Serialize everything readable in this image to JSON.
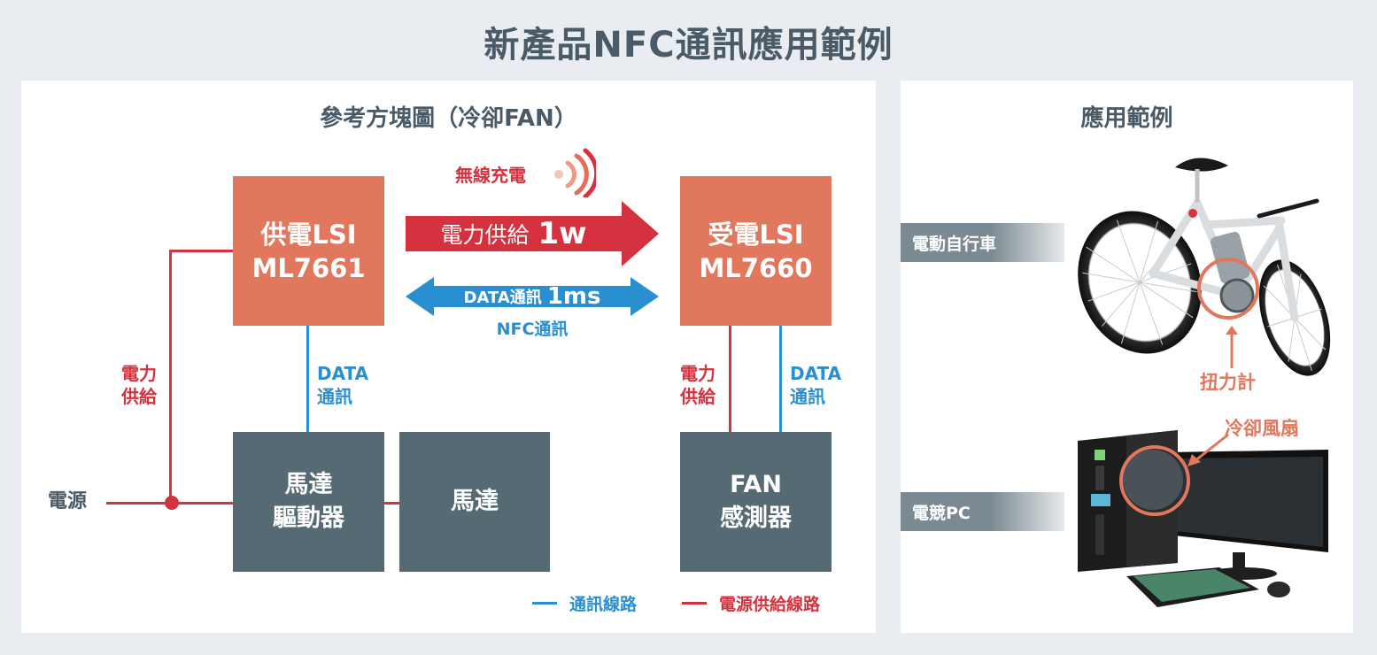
{
  "title": "新產品NFC通訊應用範例",
  "left_panel": {
    "title": "參考方塊圖（冷卻FAN）",
    "wireless_label": "無線充電",
    "power_arrow": {
      "text": "電力供給",
      "value": "1w"
    },
    "data_arrow": {
      "text": "DATA通訊",
      "value": "1ms"
    },
    "nfc_label": "NFC通訊",
    "tx_chip": {
      "line1": "供電LSI",
      "line2": "ML7661"
    },
    "rx_chip": {
      "line1": "受電LSI",
      "line2": "ML7660"
    },
    "motor_driver": {
      "line1": "馬達",
      "line2": "驅動器"
    },
    "motor": "馬達",
    "fan_sensor": {
      "line1": "FAN",
      "line2": "感測器"
    },
    "power_source": "電源",
    "label_power_left": {
      "line1": "電力",
      "line2": "供給"
    },
    "label_data_left": {
      "line1": "DATA",
      "line2": "通訊"
    },
    "label_power_right": {
      "line1": "電力",
      "line2": "供給"
    },
    "label_data_right": {
      "line1": "DATA",
      "line2": "通訊"
    },
    "legend": {
      "comm": "通訊線路",
      "power": "電源供給線路"
    }
  },
  "right_panel": {
    "title": "應用範例",
    "bike_tag": "電動自行車",
    "bike_callout": "扭力計",
    "pc_tag": "電競PC",
    "pc_callout": "冷卻風扇"
  },
  "colors": {
    "orange": "#e1775d",
    "slate": "#566a74",
    "red": "#d4323e",
    "blue": "#2a8fd0",
    "text_gray": "#4a5a66"
  },
  "icons": [
    "wireless-signal-icon",
    "bicycle-image",
    "gaming-pc-image"
  ]
}
